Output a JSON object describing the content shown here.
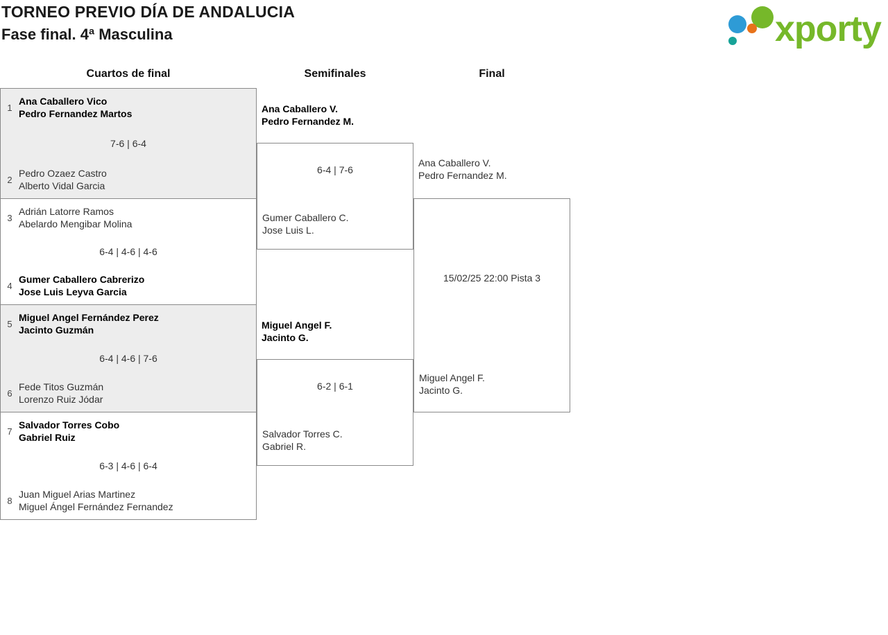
{
  "header": {
    "title": "TORNEO PREVIO DÍA DE ANDALUCIA",
    "subtitle": "Fase final. 4ª Masculina"
  },
  "logo": {
    "wordmark": "xporty",
    "green": "#76b82a",
    "blue": "#2e9bd6",
    "orange": "#e8731a",
    "teal": "#17a398"
  },
  "columns": {
    "quarterfinals": "Cuartos de final",
    "semifinals": "Semifinales",
    "final": "Final"
  },
  "quarterfinals": [
    {
      "seed_top": "1",
      "team_top": [
        "Ana Caballero Vico",
        "Pedro Fernandez Martos"
      ],
      "score": "7-6 | 6-4",
      "seed_bottom": "2",
      "team_bottom": [
        "Pedro Ozaez Castro",
        "Alberto Vidal Garcia"
      ],
      "winner": "top"
    },
    {
      "seed_top": "3",
      "team_top": [
        "Adrián Latorre Ramos",
        "Abelardo Mengibar Molina"
      ],
      "score": "6-4 | 4-6 | 4-6",
      "seed_bottom": "4",
      "team_bottom": [
        "Gumer Caballero Cabrerizo",
        "Jose Luis Leyva Garcia"
      ],
      "winner": "bottom"
    },
    {
      "seed_top": "5",
      "team_top": [
        "Miguel Angel Fernández Perez",
        "Jacinto Guzmán"
      ],
      "score": "6-4 | 4-6 | 7-6",
      "seed_bottom": "6",
      "team_bottom": [
        "Fede Titos Guzmán",
        "Lorenzo Ruiz Jódar"
      ],
      "winner": "top"
    },
    {
      "seed_top": "7",
      "team_top": [
        "Salvador Torres Cobo",
        "Gabriel Ruiz"
      ],
      "score": "6-3 | 4-6 | 6-4",
      "seed_bottom": "8",
      "team_bottom": [
        "Juan Miguel Arias Martinez",
        "Miguel Ángel Fernández Fernandez"
      ],
      "winner": "top"
    }
  ],
  "semifinals": [
    {
      "team_top": [
        "Ana Caballero V.",
        "Pedro Fernandez M."
      ],
      "score": "6-4 | 7-6",
      "team_bottom": [
        "Gumer Caballero C.",
        "Jose Luis L."
      ]
    },
    {
      "team_top": [
        "Miguel Angel F.",
        "Jacinto G."
      ],
      "score": "6-2 | 6-1",
      "team_bottom": [
        "Salvador Torres C.",
        "Gabriel R."
      ]
    }
  ],
  "final": {
    "team_top": [
      "Ana Caballero V.",
      "Pedro Fernandez M."
    ],
    "match_info": "15/02/25 22:00 Pista 3",
    "team_bottom": [
      "Miguel Angel F.",
      "Jacinto G."
    ]
  }
}
